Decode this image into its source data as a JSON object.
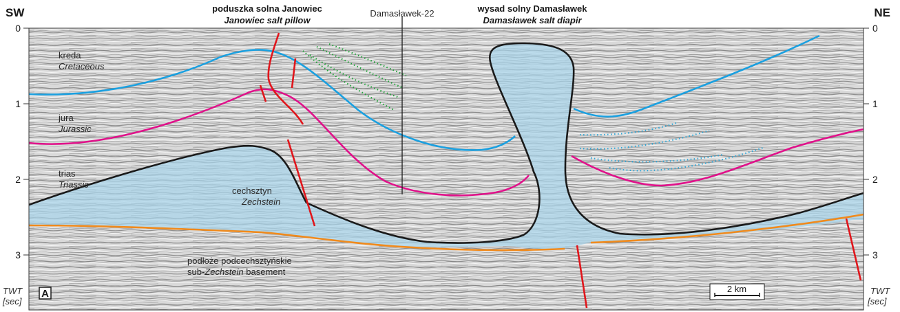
{
  "header": {
    "sw": "SW",
    "ne": "NE",
    "pillow_pl": "poduszka solna Janowiec",
    "pillow_en": "Janowiec salt pillow",
    "well": "Damasławek-22",
    "diapir_pl": "wysad solny Damasławek",
    "diapir_en": "Damasławek salt diapir"
  },
  "axis": {
    "ticks_left": [
      "0",
      "1",
      "2",
      "3"
    ],
    "ticks_right": [
      "0",
      "1",
      "2",
      "3"
    ],
    "unit_line1": "TWT",
    "unit_line2": "[sec]"
  },
  "layers": {
    "cretaceous_pl": "kreda",
    "cretaceous_en": "Cretaceous",
    "jurassic_pl": "jura",
    "jurassic_en": "Jurassic",
    "triassic_pl": "trias",
    "triassic_en": "Triassic",
    "zechstein_pl": "cechsztyn",
    "zechstein_en": "Zechstein",
    "basement_pl": "podłoże podcechsztyńskie",
    "basement_en_prefix": "sub-",
    "basement_en_italic": "Zechstein",
    "basement_en_suffix": " basement"
  },
  "panel_label": "A",
  "scale_bar": "2 km",
  "colors": {
    "cretaceous_horizon": "#1aa0e0",
    "jurassic_horizon": "#e0118a",
    "zechstein_top": "#1a1a1a",
    "zechstein_base": "#f08a1c",
    "faults": "#e0161c",
    "salt_fill": "#a8d4ea",
    "dotted_green": "#22a33a",
    "dotted_cyan": "#30a8d8"
  }
}
